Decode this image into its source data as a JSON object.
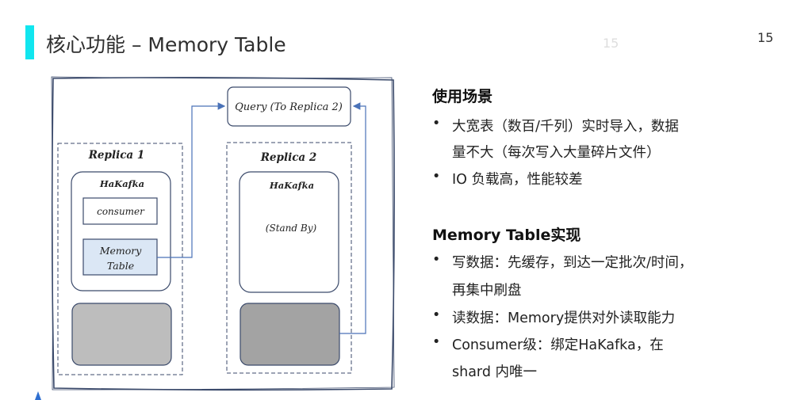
{
  "header": {
    "title": "核心功能 – Memory Table",
    "page_number": "15",
    "ghost_page_number": "15",
    "accent_color": "#11e6ef"
  },
  "diagram": {
    "query_label": "Query (To Replica 2)",
    "replica1": {
      "title": "Replica 1",
      "hakafka_label": "HaKafka",
      "consumer_label": "consumer",
      "memory_table_line1": "Memory",
      "memory_table_line2": "Table"
    },
    "replica2": {
      "title": "Replica 2",
      "hakafka_label": "HaKafka",
      "standby_label": "(Stand By)"
    },
    "colors": {
      "border": "#3b4a6b",
      "arrow": "#4a72b8",
      "memory_fill": "#dbe7f5",
      "storage1_fill": "#bdbdbd",
      "storage2_fill": "#a3a3a3"
    }
  },
  "content": {
    "section1": {
      "heading": "使用场景",
      "bullets": [
        {
          "line1": "大宽表（数百/千列）实时导入，数据",
          "line2": "量不大（每次写入大量碎片文件）"
        },
        {
          "line1": "IO 负载高，性能较差",
          "line2": ""
        }
      ]
    },
    "section2": {
      "heading": "Memory Table实现",
      "bullets": [
        {
          "line1": "写数据：先缓存，到达一定批次/时间，",
          "line2": "再集中刷盘"
        },
        {
          "line1": "读数据：Memory提供对外读取能力",
          "line2": ""
        },
        {
          "line1": "Consumer级：绑定HaKafka，在",
          "line2": "shard 内唯一"
        }
      ]
    },
    "bullet_symbol": "•"
  }
}
